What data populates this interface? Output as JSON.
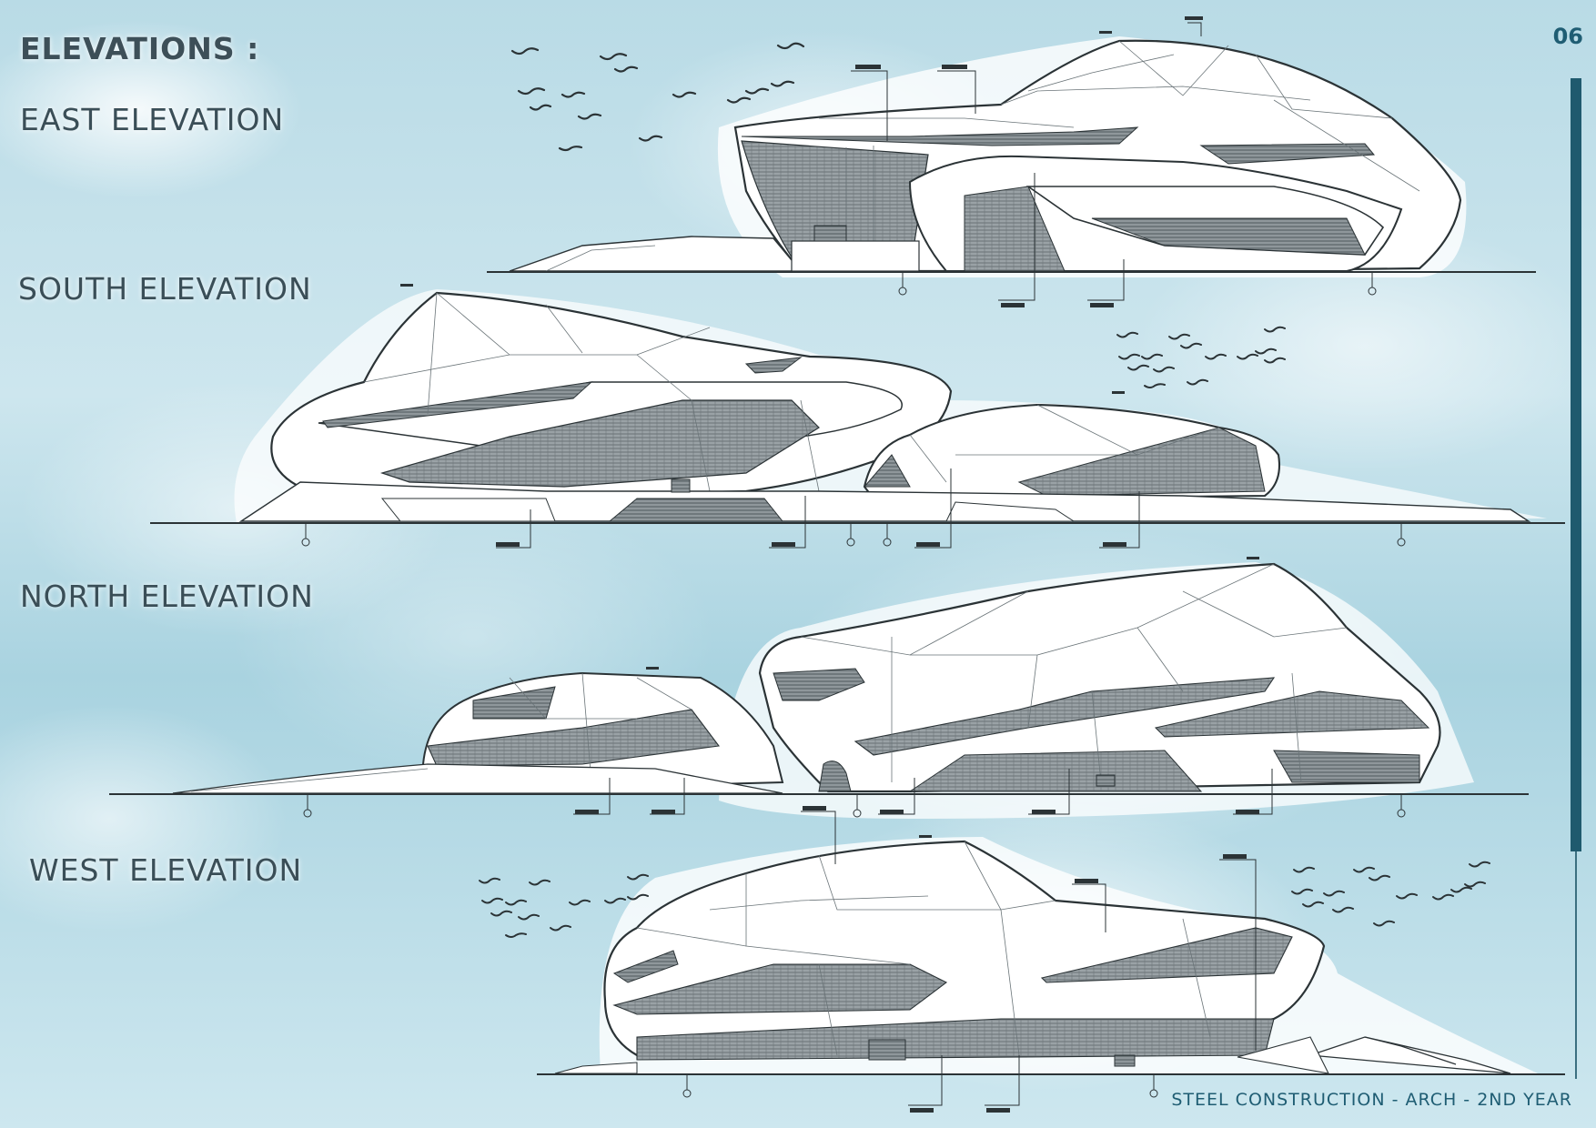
{
  "title": "ELEVATIONS :",
  "page_number": "06",
  "footer": "STEEL CONSTRUCTION - ARCH - 2ND YEAR",
  "elevations": [
    {
      "label": "EAST ELEVATION"
    },
    {
      "label": "SOUTH ELEVATION"
    },
    {
      "label": "NORTH ELEVATION"
    },
    {
      "label": "WEST ELEVATION"
    }
  ],
  "colors": {
    "accent": "#1f5a6e",
    "text": "#3a4e57",
    "sky": "#b9dbe6"
  }
}
